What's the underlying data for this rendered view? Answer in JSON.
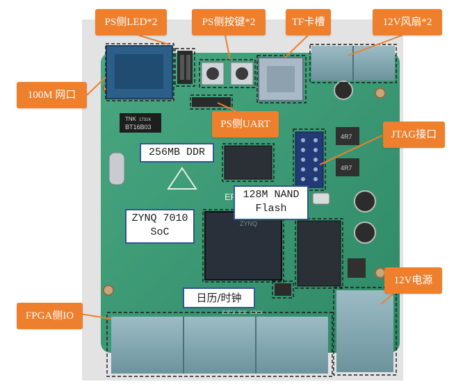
{
  "labels": {
    "ps_led": "PS侧LED*2",
    "ps_key": "PS侧按键*2",
    "tf_slot": "TF卡槽",
    "fan": "12V风扇*2",
    "ethernet": "100M 网口",
    "ps_uart": "PS侧UART",
    "jtag": "JTAG接口",
    "ddr": "256MB DDR",
    "nand_line1": "128M NAND",
    "nand_line2": "Flash",
    "soc_line1": "ZYNQ 7010",
    "soc_line2": "SoC",
    "rtc": "日历/时钟",
    "power": "12V电源",
    "fpga_io": "FPGA侧IO"
  },
  "board_text": {
    "trans_brand": "TNK",
    "trans_code": "1731K",
    "trans_part": "BT16B03",
    "silk_ep": "EP",
    "inductor_a": "4R7",
    "inductor_b": "4R7",
    "chip_brand": "ZYNQ",
    "conn_data": "DATA2",
    "conn_gnd": "GND",
    "conn_vin": "12VIN"
  },
  "colors": {
    "label_bg": "#ee7f2d",
    "callout_border": "#2f5597",
    "pcb": "#3a9c76",
    "pcb_dark": "#2d8263",
    "chip": "#2b2f36",
    "connector": "#7da2ad",
    "grey_bg": "#e6e6e6"
  }
}
